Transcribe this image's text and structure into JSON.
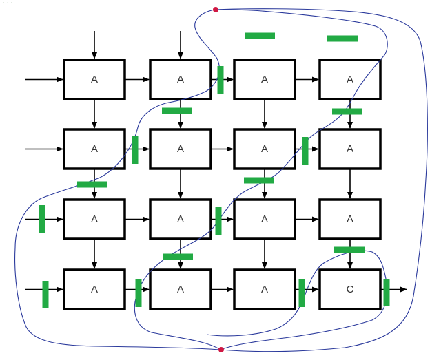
{
  "grid": {
    "rows": [
      [
        "A",
        "A",
        "A",
        "A"
      ],
      [
        "A",
        "A",
        "A",
        "A"
      ],
      [
        "A",
        "A",
        "A",
        "A"
      ],
      [
        "A",
        "A",
        "A",
        "C"
      ]
    ]
  },
  "colors": {
    "cell_border": "#000000",
    "cell_fill": "#ffffff",
    "arrow": "#000000",
    "cut_marker": "#22aa44",
    "cut_line": "#2b3a9c",
    "cut_endpoint": "#d01843"
  }
}
